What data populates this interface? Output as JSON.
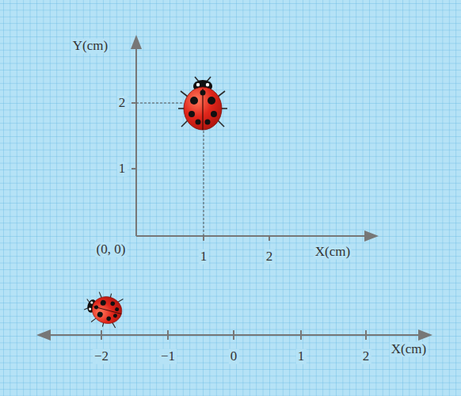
{
  "diagram": {
    "labels": [
      "Y(cm)",
      "2",
      "1",
      "(0, 0)",
      "1",
      "2",
      "X(cm)",
      "−2",
      "−1",
      "0",
      "1",
      "2",
      "X(cm)"
    ]
  }
}
